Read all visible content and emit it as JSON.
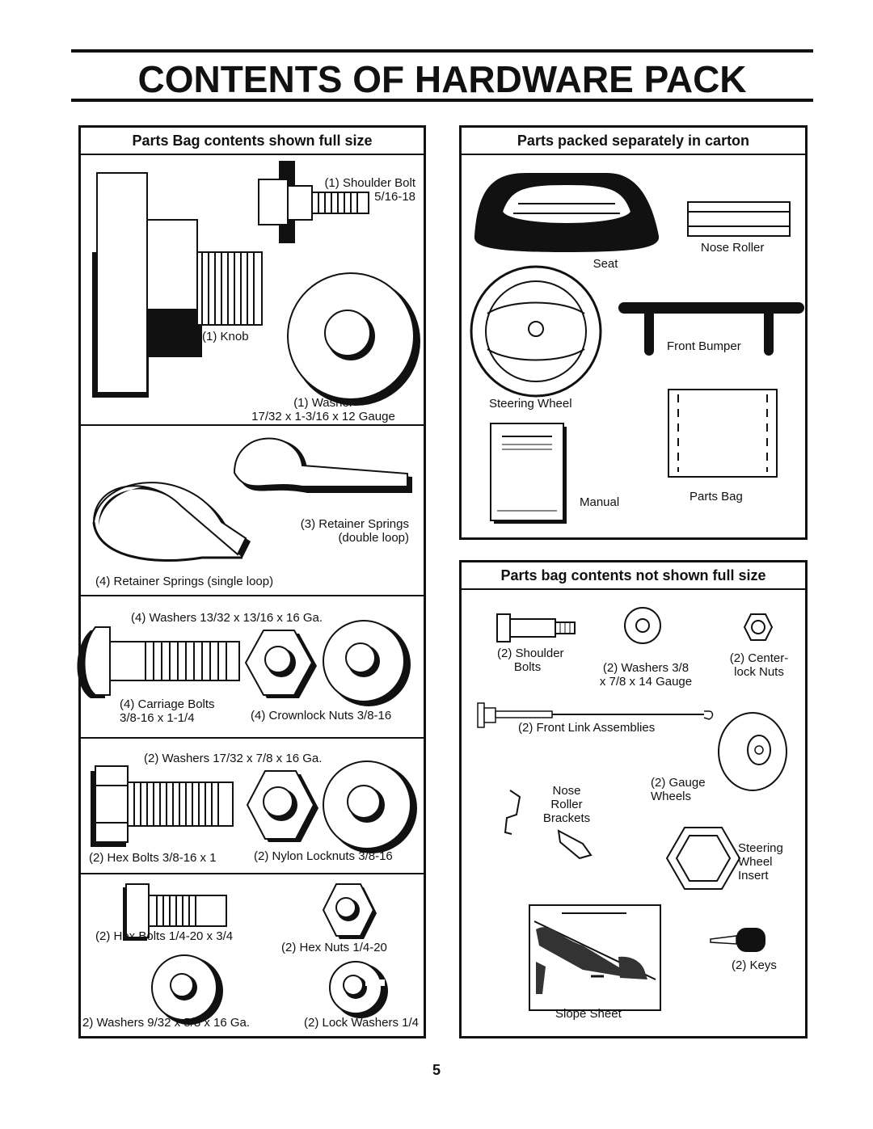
{
  "page": {
    "title": "CONTENTS OF HARDWARE PACK",
    "page_number": "5"
  },
  "left_panel": {
    "header": "Parts Bag contents shown full size",
    "items": {
      "shoulder_bolt": [
        "(1) Shoulder Bolt",
        "5/16-18"
      ],
      "knob": "(1) Knob",
      "washer": [
        "(1) Washer",
        "17/32 x 1-3/16 x 12 Gauge"
      ],
      "retainer_double": [
        "(3)  Retainer Springs",
        "(double loop)"
      ],
      "retainer_single": "(4)  Retainer Springs (single loop)",
      "washers_13_32": "(4) Washers 13/32 x 13/16 x 16 Ga.",
      "carriage_bolts": [
        "(4) Carriage Bolts",
        "3/8-16 x 1-1/4"
      ],
      "crownlock_nuts": "(4) Crownlock Nuts  3/8-16",
      "washers_17_32": "(2) Washers 17/32 x 7/8 x 16 Ga.",
      "hex_bolts_38": "(2) Hex Bolts  3/8-16 x 1",
      "nylon_locknuts": "(2) Nylon Locknuts  3/8-16",
      "hex_bolts_14": "(2) Hex Bolts  1/4-20 x 3/4",
      "hex_nuts": "(2) Hex Nuts  1/4-20",
      "washers_9_32": "2) Washers  9/32  x 5/8 x 16 Ga.",
      "lock_washers": "(2) Lock Washers  1/4"
    }
  },
  "right_top_panel": {
    "header": "Parts packed separately in carton",
    "items": {
      "seat": "Seat",
      "nose_roller": "Nose Roller",
      "front_bumper": "Front Bumper",
      "steering_wheel": "Steering Wheel",
      "manual": "Manual",
      "parts_bag": "Parts Bag"
    }
  },
  "right_bottom_panel": {
    "header": "Parts bag contents not shown full size",
    "items": {
      "shoulder_bolts": [
        "(2) Shoulder",
        "Bolts"
      ],
      "washers": [
        "(2) Washers  3/8",
        "x 7/8 x 14 Gauge"
      ],
      "center_lock_nuts": [
        "(2) Center-",
        "lock Nuts"
      ],
      "front_link": "(2) Front Link Assemblies",
      "gauge_wheels": [
        "(2) Gauge",
        "Wheels"
      ],
      "nose_roller_brackets": [
        "Nose",
        "Roller",
        "Brackets"
      ],
      "steering_wheel_insert": [
        "Steering",
        "Wheel",
        "Insert"
      ],
      "keys": "(2) Keys",
      "slope_sheet": "Slope Sheet"
    }
  }
}
